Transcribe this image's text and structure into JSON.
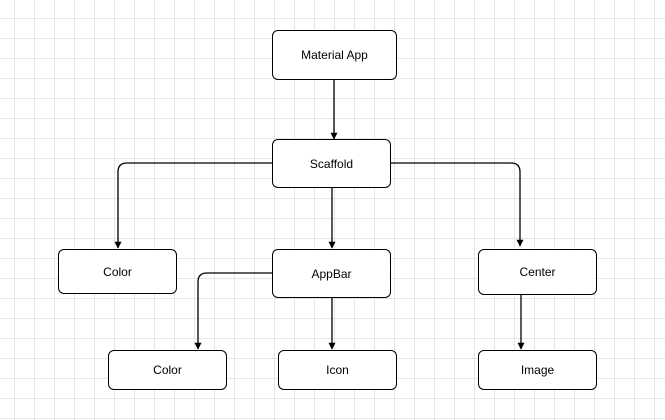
{
  "diagram": {
    "nodes": {
      "material_app": "Material App",
      "scaffold": "Scaffold",
      "color_left": "Color",
      "appbar": "AppBar",
      "center": "Center",
      "color_bottom": "Color",
      "icon": "Icon",
      "image": "Image"
    },
    "edges": [
      {
        "from": "material_app",
        "to": "scaffold"
      },
      {
        "from": "scaffold",
        "to": "color_left"
      },
      {
        "from": "scaffold",
        "to": "appbar"
      },
      {
        "from": "scaffold",
        "to": "center"
      },
      {
        "from": "appbar",
        "to": "color_bottom"
      },
      {
        "from": "appbar",
        "to": "icon"
      },
      {
        "from": "center",
        "to": "image"
      }
    ]
  }
}
